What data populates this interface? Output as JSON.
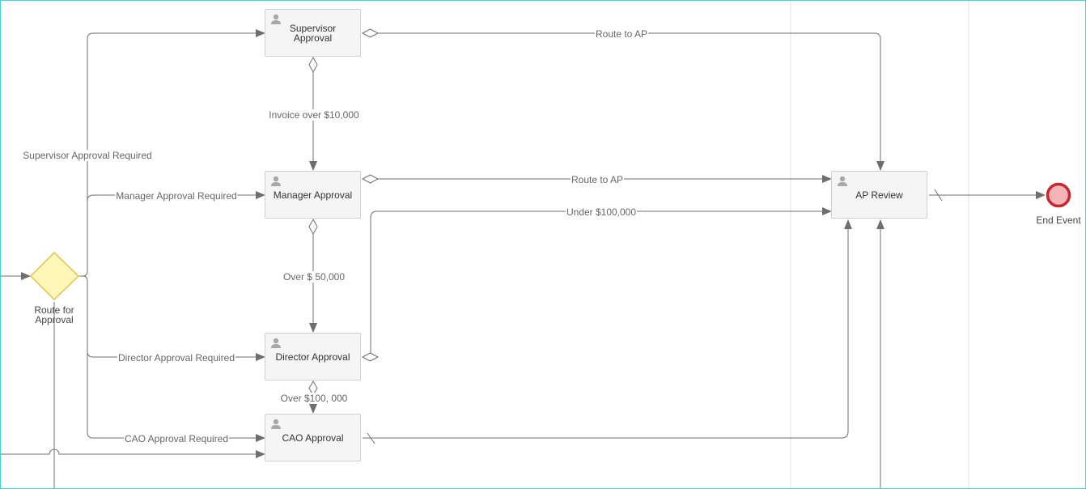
{
  "colors": {
    "frame": "#3fd6d0",
    "line": "#6e6e6e",
    "task_fill": "#f5f5f5",
    "task_border": "#cfcfcf",
    "gateway_fill": "#fff7b8",
    "gateway_stroke": "#e3c04a",
    "end_event_fill": "#f2b4b4",
    "end_event_stroke": "#c8262e",
    "lane_divider": "#e2e2e2",
    "user_icon": "#a8a8a8"
  },
  "gateway": {
    "label": "Route for Approval",
    "icon": "exclusive-gateway-diamond"
  },
  "end_event": {
    "label": "End Event",
    "icon": "end-event-circle"
  },
  "tasks": {
    "supervisor": {
      "label": "Supervisor Approval",
      "icon": "user-icon"
    },
    "manager": {
      "label": "Manager Approval",
      "icon": "user-icon"
    },
    "director": {
      "label": "Director Approval",
      "icon": "user-icon"
    },
    "cao": {
      "label": "CAO Approval",
      "icon": "user-icon"
    },
    "ap_review": {
      "label": "AP Review",
      "icon": "user-icon"
    }
  },
  "flows": {
    "supervisor_required": "Supervisor Approval Required",
    "manager_required": "Manager Approval Required",
    "director_required": "Director Approval Required",
    "cao_required": "CAO Approval Required",
    "supervisor_route_ap": "Route to AP",
    "manager_route_ap": "Route to AP",
    "invoice_over_10000": "Invoice over $10,000",
    "over_50000": "Over $ 50,000",
    "under_100000": "Under $100,000",
    "over_100000": "Over $100, 000"
  }
}
